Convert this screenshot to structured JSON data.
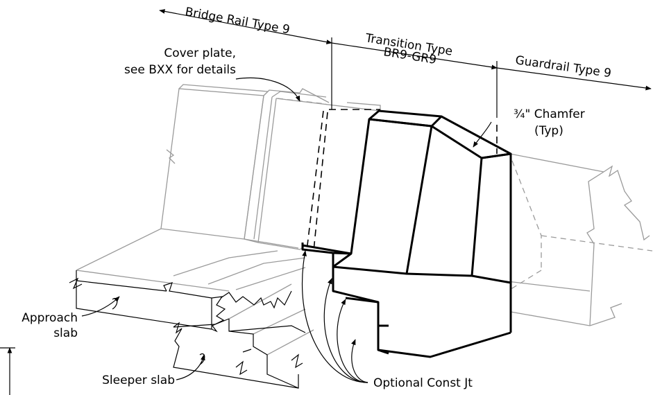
{
  "dimensions": {
    "bridge_rail": "Bridge Rail Type 9",
    "transition_line1": "Transition Type",
    "transition_line2": "BR9-GR9",
    "guardrail": "Guardrail Type 9"
  },
  "callouts": {
    "cover_plate_line1": "Cover plate,",
    "cover_plate_line2": "see BXX for details",
    "chamfer_line1": "¾\" Chamfer",
    "chamfer_line2": "(Typ)",
    "approach_line1": "Approach",
    "approach_line2": "slab",
    "sleeper": "Sleeper slab",
    "const_jt": "Optional Const Jt"
  }
}
